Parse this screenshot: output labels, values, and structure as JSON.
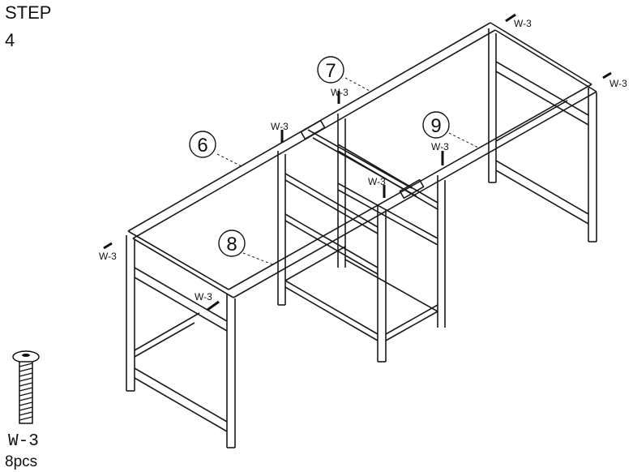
{
  "header": {
    "title": "STEP",
    "number": "4"
  },
  "part": {
    "code": "W-3",
    "quantity": "8pcs",
    "icon": "screw-icon"
  },
  "callouts": [
    "6",
    "7",
    "8",
    "9"
  ],
  "screw_label": "W-3"
}
